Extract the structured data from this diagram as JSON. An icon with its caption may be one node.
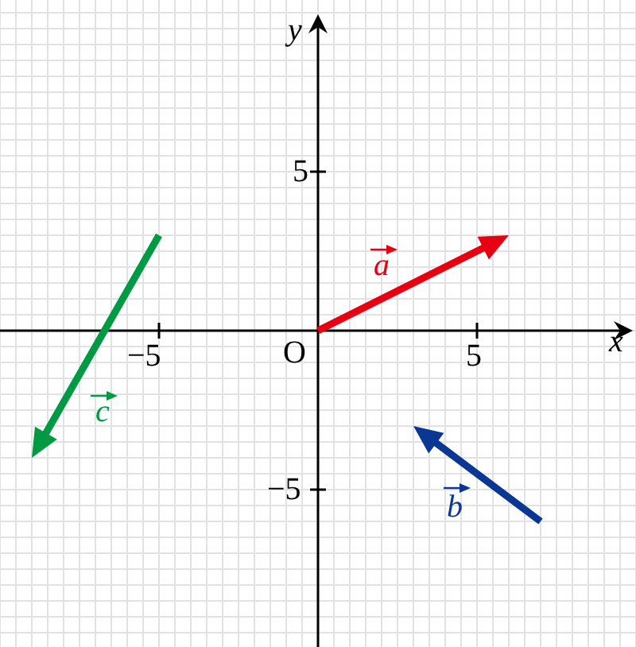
{
  "diagram": {
    "labels": [
      "y",
      "5",
      "a",
      "x",
      "−5",
      "O",
      "5",
      "c",
      "−5",
      "b"
    ]
  }
}
